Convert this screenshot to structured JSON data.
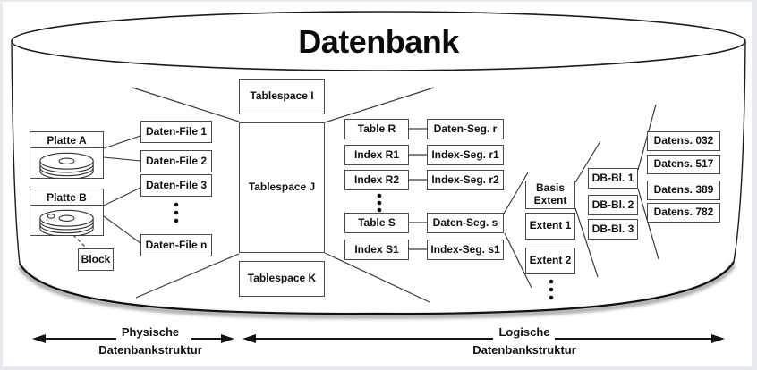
{
  "title": "Datenbank",
  "physical": {
    "disks": [
      {
        "label": "Platte A"
      },
      {
        "label": "Platte B"
      }
    ],
    "block_label": "Block",
    "files": [
      "Daten-File 1",
      "Daten-File 2",
      "Daten-File 3",
      "Daten-File n"
    ]
  },
  "tablespaces": [
    "Tablespace I",
    "Tablespace J",
    "Tablespace K"
  ],
  "tables": [
    "Table R",
    "Index R1",
    "Index R2",
    "Table S",
    "Index S1"
  ],
  "segments": [
    "Daten-Seg. r",
    "Index-Seg. r1",
    "Index-Seg. r2",
    "Daten-Seg. s",
    "Index-Seg. s1"
  ],
  "extents": [
    "Basis Extent",
    "Extent 1",
    "Extent 2"
  ],
  "db_blocks": [
    "DB-Bl. 1",
    "DB-Bl. 2",
    "DB-Bl. 3"
  ],
  "records": [
    "Datens. 032",
    "Datens. 517",
    "Datens. 389",
    "Datens. 782"
  ],
  "legend": {
    "physical_line1": "Physische",
    "physical_line2": "Datenbankstruktur",
    "logical_line1": "Logische",
    "logical_line2": "Datenbankstruktur"
  },
  "colors": {
    "line": "#2a2a2a",
    "box_border": "#4a4a4a",
    "background": "#ffffff",
    "page_margin": "#e7eaee"
  }
}
